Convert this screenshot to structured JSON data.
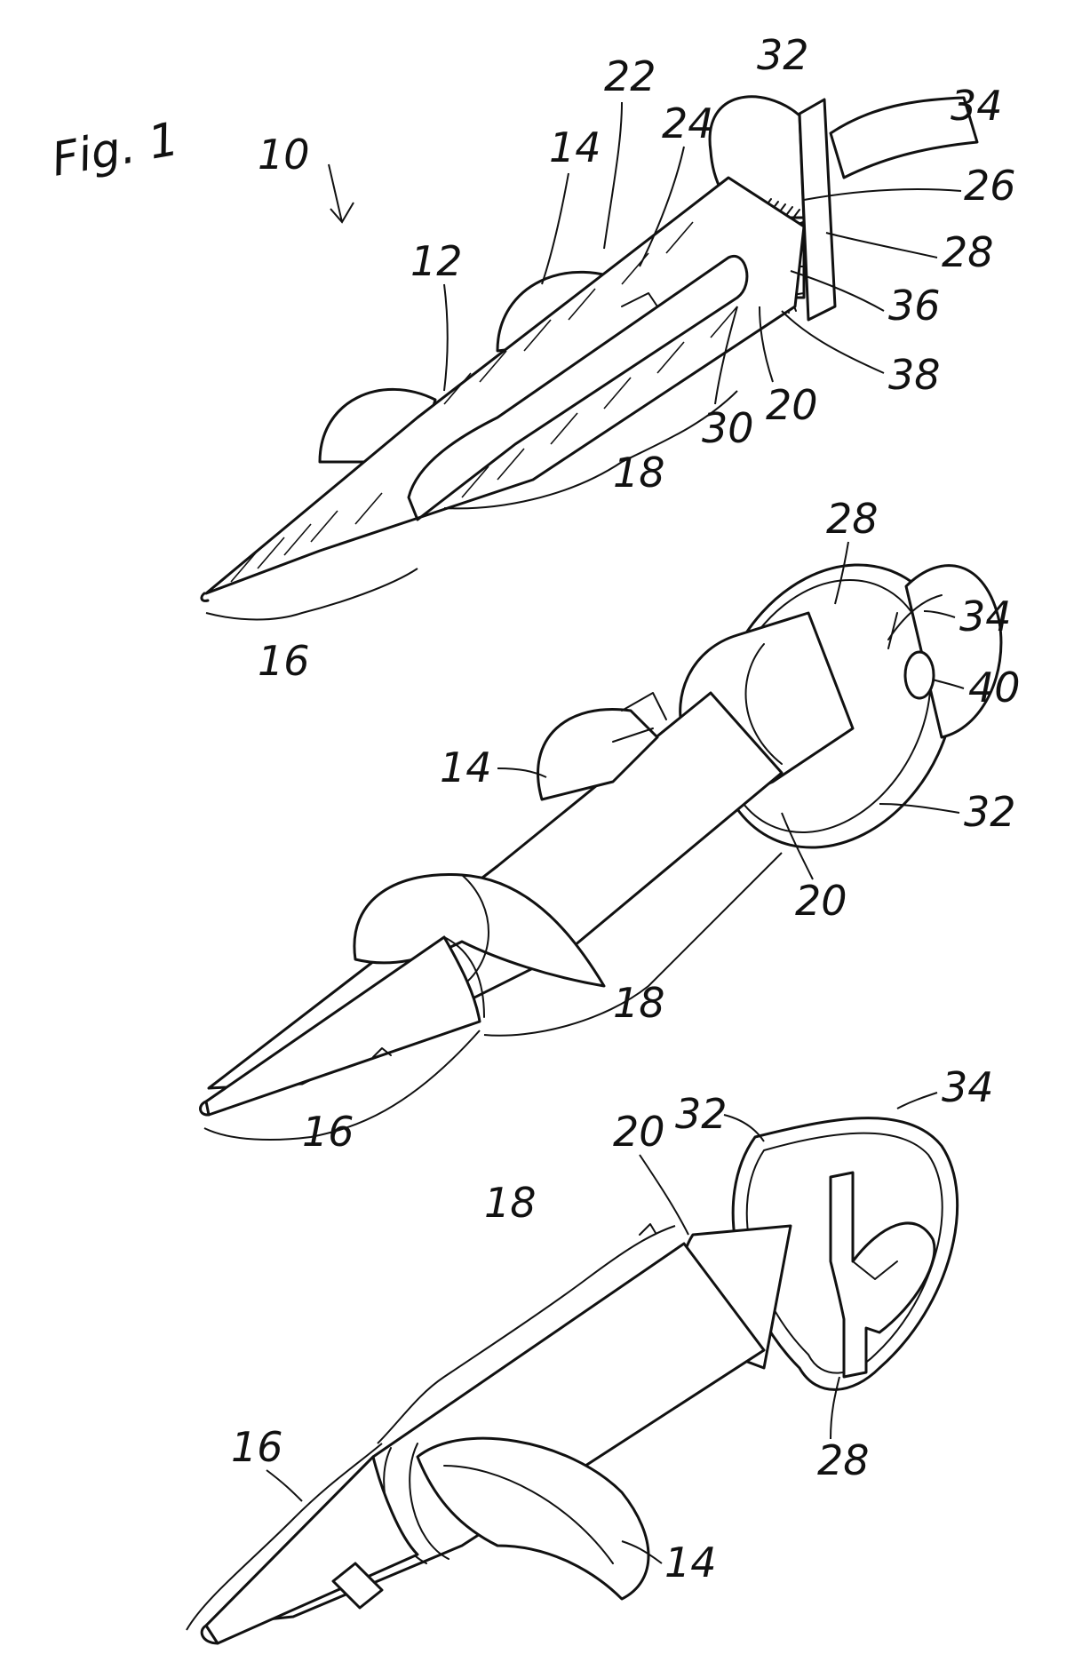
{
  "figure_label": "Fig. 1",
  "view_top": {
    "assembly": "10",
    "labels": {
      "l32": "32",
      "l34": "34",
      "l22": "22",
      "l24": "24",
      "l14": "14",
      "l26": "26",
      "l28": "28",
      "l12": "12",
      "l36": "36",
      "l38": "38",
      "l20": "20",
      "l30": "30",
      "l18": "18",
      "l16": "16"
    }
  },
  "view_middle": {
    "labels": {
      "l28": "28",
      "l34": "34",
      "l40": "40",
      "l14": "14",
      "l32": "32",
      "l20": "20",
      "l18": "18",
      "l16": "16"
    }
  },
  "view_bottom": {
    "labels": {
      "l32": "32",
      "l34": "34",
      "l20": "20",
      "l18": "18",
      "l28": "28",
      "l16": "16",
      "l14": "14"
    }
  }
}
